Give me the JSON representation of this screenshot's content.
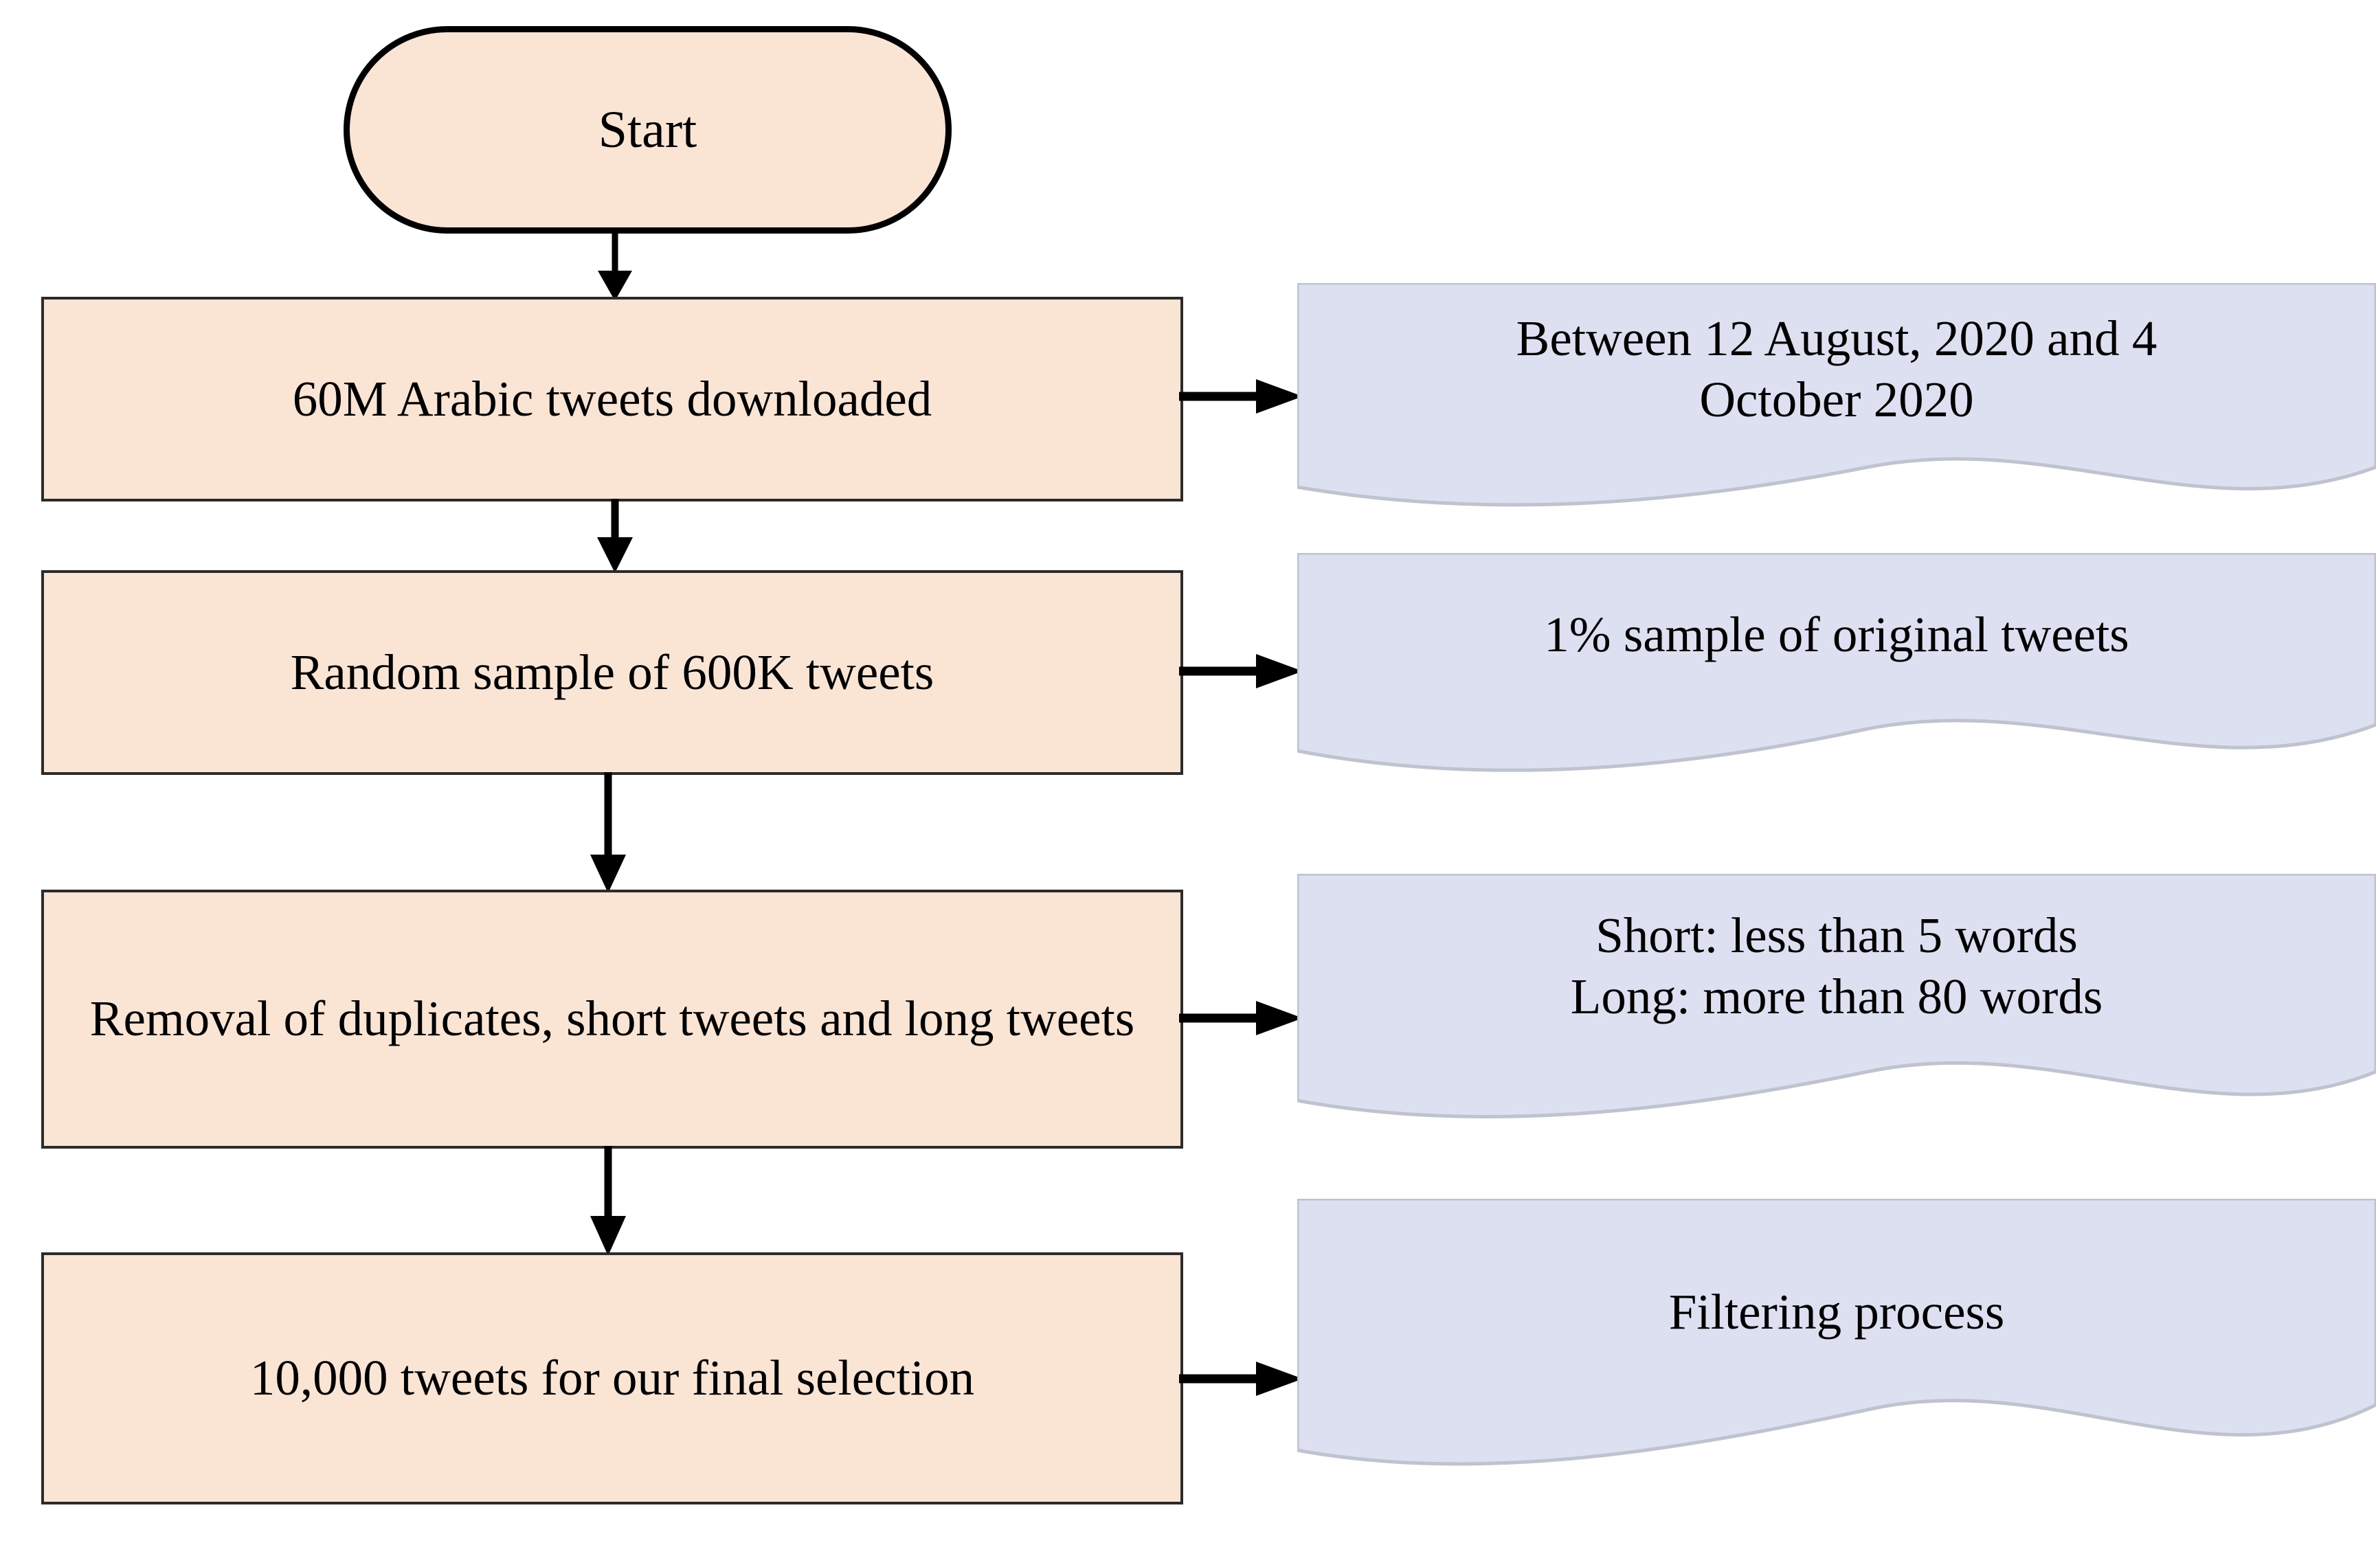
{
  "diagram": {
    "title": "Tweet dataset collection and filtering flowchart",
    "colors": {
      "process_fill": "#FAE4D3",
      "process_border": "#2B2B2B",
      "note_fill": "#DCE0F0",
      "note_border": "#BFC3CE",
      "connector": "#000000",
      "text": "#000000",
      "background": "#FFFFFF"
    }
  },
  "start": {
    "label": "Start"
  },
  "process_steps": [
    {
      "id": "step-1",
      "label": "60M Arabic tweets downloaded"
    },
    {
      "id": "step-2",
      "label": "Random sample of 600K tweets"
    },
    {
      "id": "step-3",
      "label": "Removal of duplicates, short tweets and long tweets"
    },
    {
      "id": "step-4",
      "label": "10,000 tweets for our final selection"
    }
  ],
  "notes": [
    {
      "id": "note-1",
      "line1": "Between 12 August, 2020 and  4",
      "line2": "October 2020"
    },
    {
      "id": "note-2",
      "line1": "1% sample of original tweets",
      "line2": ""
    },
    {
      "id": "note-3",
      "line1": "Short: less than 5 words",
      "line2": "Long: more than 80 words"
    },
    {
      "id": "note-4",
      "line1": "Filtering process",
      "line2": ""
    }
  ],
  "connectors": [
    {
      "id": "start-to-step-1",
      "direction": "down"
    },
    {
      "id": "step-1-to-step-2",
      "direction": "down"
    },
    {
      "id": "step-2-to-step-3",
      "direction": "down"
    },
    {
      "id": "step-3-to-step-4",
      "direction": "down"
    },
    {
      "id": "step-1-to-note-1",
      "direction": "right"
    },
    {
      "id": "step-2-to-note-2",
      "direction": "right"
    },
    {
      "id": "step-3-to-note-3",
      "direction": "right"
    },
    {
      "id": "step-4-to-note-4",
      "direction": "right"
    }
  ]
}
